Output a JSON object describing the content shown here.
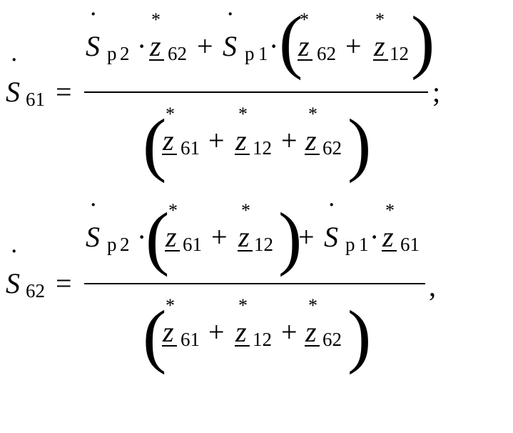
{
  "symbols": {
    "S": "S",
    "z": "z",
    "p": "p",
    "dot": "·",
    "star": "*",
    "plus": "+",
    "equals": "=",
    "lpar": "(",
    "rpar": ")",
    "overdot": "˙"
  },
  "subscripts": {
    "s61": "61",
    "s62": "62",
    "s12": "12",
    "p1": "1",
    "p2": "2"
  },
  "punctuation": {
    "eq1_end": ";",
    "eq2_end": ","
  }
}
